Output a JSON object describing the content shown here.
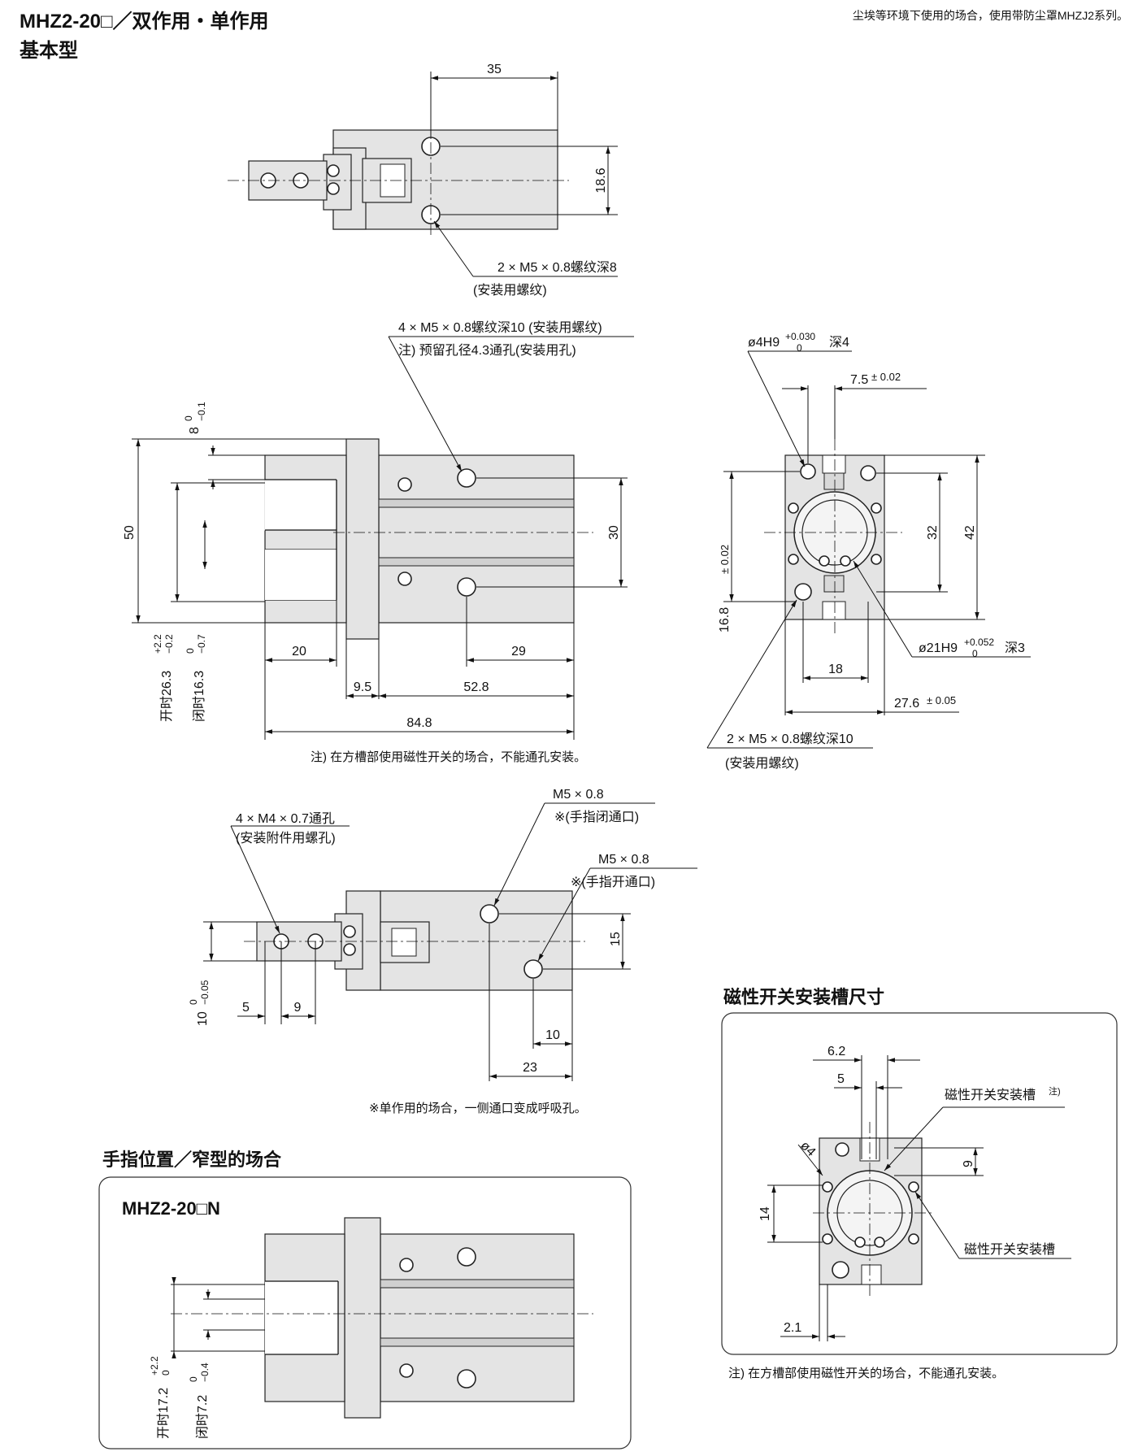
{
  "header": {
    "title": "MHZ2-20□／双作用・单作用",
    "subtitle": "基本型",
    "top_note": "尘埃等环境下使用的场合，使用带防尘罩MHZJ2系列。"
  },
  "view_top": {
    "dim_35": "35",
    "dim_18_6": "18.6",
    "callout_line1": "2 × M5 × 0.8螺纹深8",
    "callout_line2": "(安装用螺纹)"
  },
  "view_side": {
    "callout_line1": "4 × M5 × 0.8螺纹深10 (安装用螺纹)",
    "callout_line2": "注) 预留孔径4.3通孔(安装用孔)",
    "dim_8": "8",
    "tol_8_up": "0",
    "tol_8_low": "−0.1",
    "dim_50": "50",
    "dim_30": "30",
    "open_label": "开时26.3",
    "open_tol_up": "+2.2",
    "open_tol_low": "−0.2",
    "close_label": "闭时16.3",
    "close_tol_up": "0",
    "close_tol_low": "−0.7",
    "dim_20": "20",
    "dim_29": "29",
    "dim_9_5": "9.5",
    "dim_52_8": "52.8",
    "dim_84_8": "84.8",
    "note": "注) 在方槽部使用磁性开关的场合，不能通孔安装。"
  },
  "view_end": {
    "callout_pin": "ø4H9",
    "pin_tol_up": "+0.030",
    "pin_tol_low": "0",
    "pin_depth": "深4",
    "dim_7_5": "7.5",
    "tol_7_5": "± 0.02",
    "dim_16_8": "16.8",
    "tol_16_8": "± 0.02",
    "dim_32": "32",
    "dim_42": "42",
    "callout_bore": "ø21H9",
    "bore_tol_up": "+0.052",
    "bore_tol_low": "0",
    "bore_depth": "深3",
    "dim_18": "18",
    "dim_27_6": "27.6",
    "tol_27_6": "± 0.05",
    "callout_thread": "2 × M5 × 0.8螺纹深10",
    "callout_thread2": "(安装用螺纹)"
  },
  "view_bottom": {
    "callout_a1": "4 × M4 × 0.7通孔",
    "callout_a2": "(安装附件用螺孔)",
    "port1_a": "M5 × 0.8",
    "port1_b": "※(手指闭通口)",
    "port2_a": "M5 × 0.8",
    "port2_b": "※(手指开通口)",
    "dim_15": "15",
    "dim_10": "10",
    "tol_10_up": "0",
    "tol_10_low": "−0.05",
    "dim_5": "5",
    "dim_9": "9",
    "dim_10b": "10",
    "dim_23": "23",
    "note": "※单作用的场合，一侧通口变成呼吸孔。"
  },
  "narrow": {
    "section_title": "手指位置／窄型的场合",
    "model": "MHZ2-20□N",
    "open_label": "开时17.2",
    "open_tol_up": "+2.2",
    "open_tol_low": "0",
    "close_label": "闭时7.2",
    "close_tol_up": "0",
    "close_tol_low": "−0.4"
  },
  "switch": {
    "section_title": "磁性开关安装槽尺寸",
    "dim_6_2": "6.2",
    "dim_5": "5",
    "label_slot_note": "磁性开关安装槽",
    "note_mark": "注)",
    "dim_phi4": "ø4",
    "dim_9": "9",
    "dim_14": "14",
    "label_slot": "磁性开关安装槽",
    "dim_2_1": "2.1",
    "note": "注) 在方槽部使用磁性开关的场合，不能通孔安装。"
  }
}
